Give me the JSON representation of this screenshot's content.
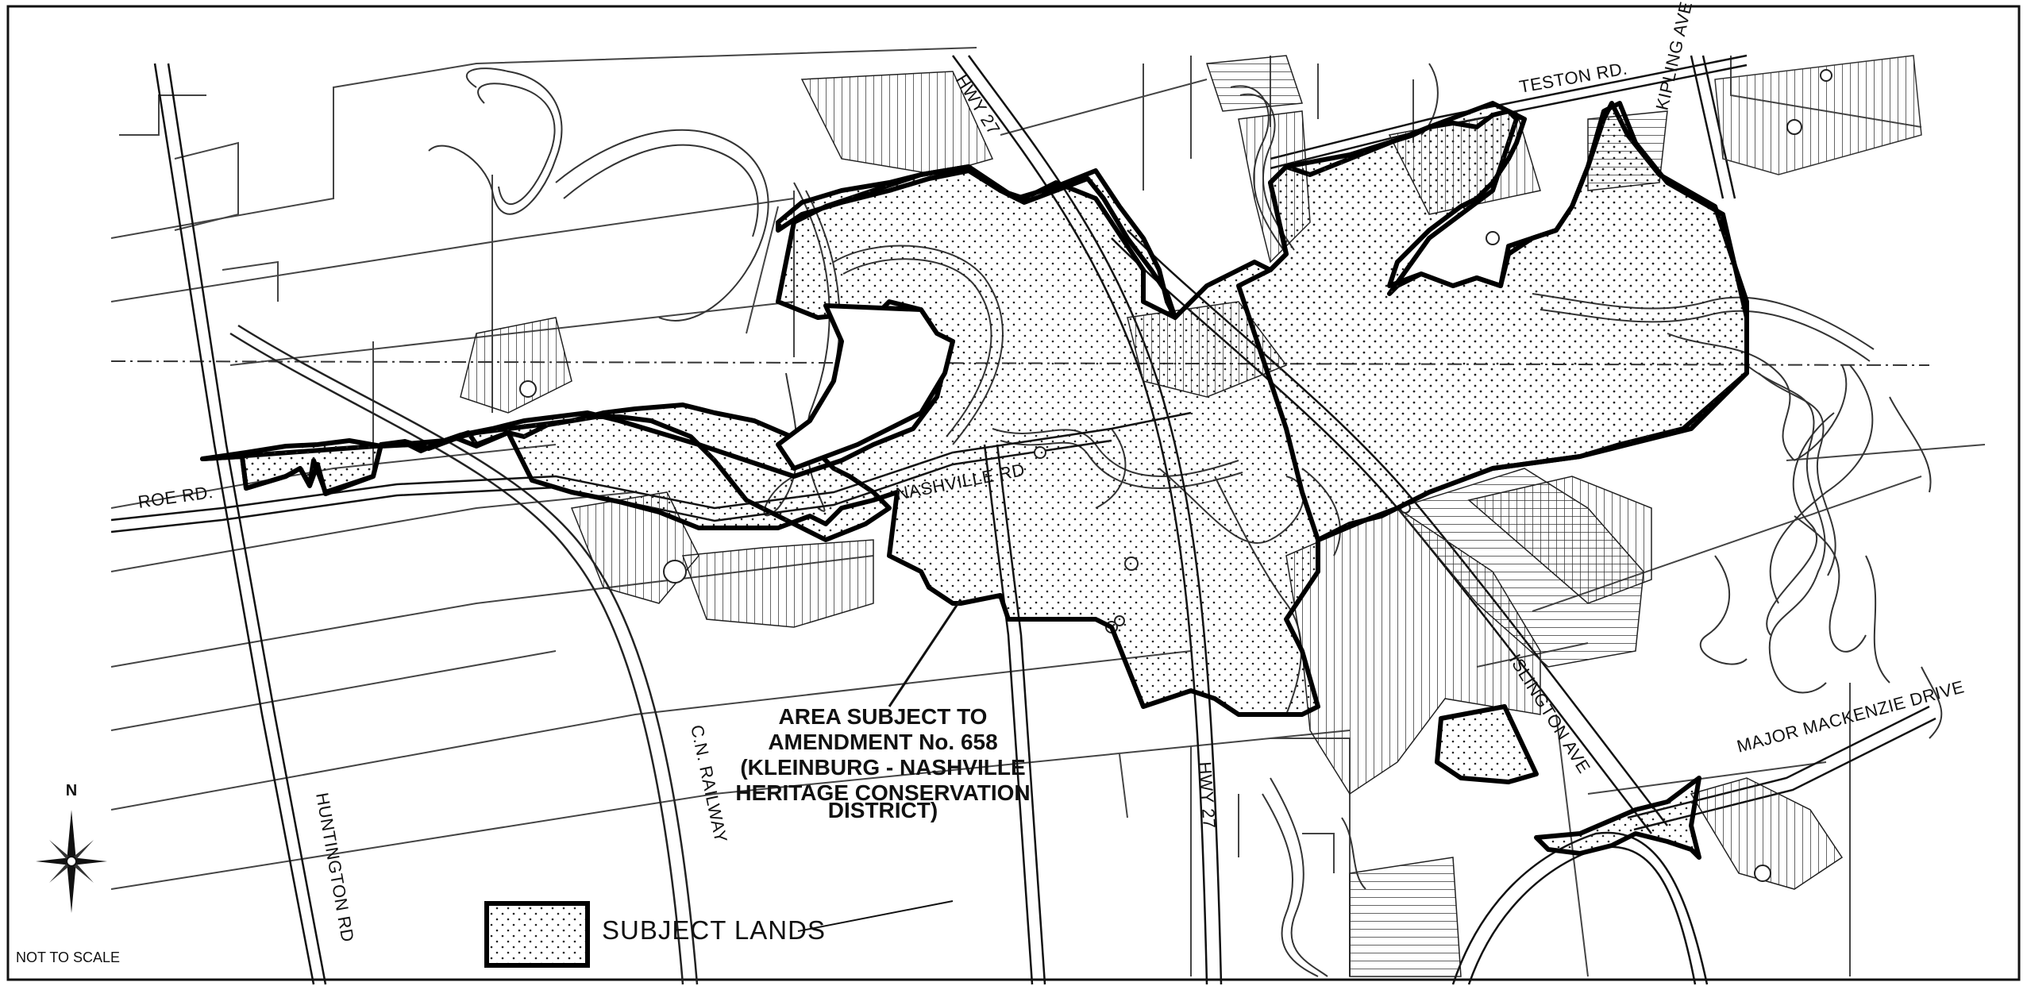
{
  "map": {
    "roads": {
      "teston": "TESTON RD.",
      "kipling": "KIPLING AVE",
      "hwy27_top": "HWY 27",
      "hwy27_bottom": "HWY 27",
      "roe": "ROE RD.",
      "nashville": "NASHVILLE RD",
      "islington": "ISLINGTON AVE",
      "major_mackenzie": "MAJOR MACKENZIE DRIVE",
      "huntington": "HUNTINGTON RD",
      "cn_railway": "C.N. RAILWAY"
    },
    "callout": {
      "line1": "AREA SUBJECT TO",
      "line2": "AMENDMENT No. 658",
      "line3": "(KLEINBURG - NASHVILLE",
      "line4": "HERITAGE CONSERVATION",
      "line5": "DISTRICT)"
    },
    "legend": {
      "label": "SUBJECT LANDS"
    },
    "north_arrow": {
      "letter": "N"
    },
    "scale_note": "NOT TO SCALE"
  },
  "colors": {
    "ink": "#111111",
    "paper": "#ffffff",
    "subject_fill_dots": "#222222",
    "light_line": "#555555"
  }
}
